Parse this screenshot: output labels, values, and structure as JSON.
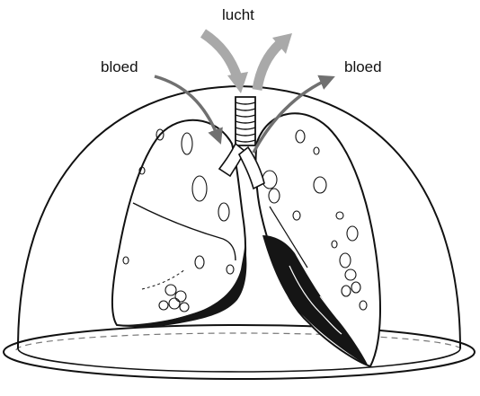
{
  "labels": {
    "air": "lucht",
    "blood_left": "bloed",
    "blood_right": "bloed"
  },
  "colors": {
    "ink": "#111111",
    "air_arrow": "#a9a9a9",
    "blood_arrow": "#707070",
    "dark_tissue": "#151515"
  }
}
